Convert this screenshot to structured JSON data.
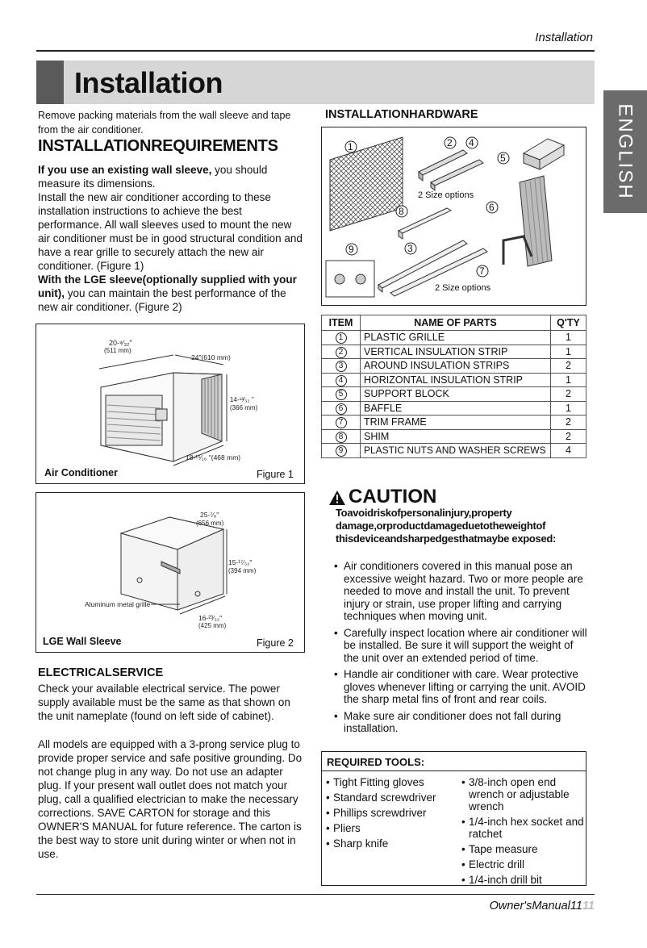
{
  "header": {
    "section": "Installation",
    "title": "Installation",
    "language_tab": "ENGLISH"
  },
  "intro": "Remove packing materials from the wall sleeve and tape from the air conditioner.",
  "requirements": {
    "heading": "INSTALLATIONREQUIREMENTS",
    "p1_bold": "If you use an existing wall sleeve,",
    "p1_rest": " you should measure its dimensions.",
    "p2": "Install the new air conditioner according to these installation instructions to achieve the best performance. All wall sleeves used to mount the new air conditioner must be in good structural condition and have a rear grille to securely attach  the new air conditioner. (Figure 1)",
    "p3_bold": "With the LGE sleeve(optionally supplied with your unit),",
    "p3_rest": " you can maintain the best performance of the new air conditioner. (Figure 2)"
  },
  "figure1": {
    "label": "Air Conditioner",
    "caption": "Figure 1",
    "dim_width": "20-⁹⁄₃₂\"",
    "dim_width_mm": "(511 mm)",
    "dim_depth": "24\"(610 mm)",
    "dim_height": "14-¹³⁄₃₂ \"",
    "dim_height_mm": "(366 mm)",
    "dim_base": "18-¹⁵⁄₁₆ \"(468 mm)"
  },
  "figure2": {
    "label": "LGE Wall Sleeve",
    "caption": "Figure 2",
    "dim_width": "25-⁷⁄₈\"",
    "dim_width_mm": "(656 mm)",
    "dim_height": "15-¹⁷⁄₃₂\"",
    "dim_height_mm": "(394 mm)",
    "dim_depth": "16-²³⁄₃₂\"",
    "dim_depth_mm": "(425 mm)",
    "grille_label": "Aluminum metal grille"
  },
  "electrical": {
    "heading": "ELECTRICALSERVICE",
    "p1": "Check your available electrical service. The power supply available must be the same as that shown on the unit nameplate (found on left side of cabinet).",
    "p2": "All models are equipped with a 3-prong service plug to provide proper service and safe positive grounding. Do not change plug in any way. Do not use an adapter plug. If your present wall outlet does not match your plug, call a qualified electrician to make the necessary corrections. SAVE CARTON for storage and this OWNER'S MANUAL for future reference. The carton is the best way to store unit during winter or when not in use."
  },
  "hardware": {
    "heading": "INSTALLATIONHARDWARE",
    "size_options_1": "2 Size options",
    "size_options_2": "2 Size options",
    "callouts": [
      "1",
      "2",
      "4",
      "5",
      "6",
      "8",
      "9",
      "3",
      "7"
    ]
  },
  "parts_table": {
    "headers": [
      "ITEM",
      "NAME OF PARTS",
      "Q'TY"
    ],
    "rows": [
      {
        "item": "1",
        "name": "PLASTIC GRILLE",
        "qty": "1"
      },
      {
        "item": "2",
        "name": "VERTICAL INSULATION STRIP",
        "qty": "1"
      },
      {
        "item": "3",
        "name": "AROUND INSULATION STRIPS",
        "qty": "2"
      },
      {
        "item": "4",
        "name": "HORIZONTAL INSULATION STRIP",
        "qty": "1"
      },
      {
        "item": "5",
        "name": "SUPPORT BLOCK",
        "qty": "2"
      },
      {
        "item": "6",
        "name": "BAFFLE",
        "qty": "1"
      },
      {
        "item": "7",
        "name": "TRIM FRAME",
        "qty": "2"
      },
      {
        "item": "8",
        "name": "SHIM",
        "qty": "2"
      },
      {
        "item": "9",
        "name": "PLASTIC NUTS AND WASHER SCREWS",
        "qty": "4"
      }
    ]
  },
  "caution": {
    "title": "CAUTION",
    "subtitle": "Toavoidriskofpersonalinjury,property damage,orproductdamageduetotheweightof thisdeviceandsharpedgesthatmaybe exposed:",
    "items": [
      "Air conditioners covered in this manual pose an excessive weight hazard. Two or more people are needed to move and install the unit. To prevent injury or strain, use proper lifting and carrying techniques when moving unit.",
      "Carefully inspect location where air conditioner will be installed. Be sure it will support the weight of the unit over an extended period of time.",
      "Handle air conditioner with care. Wear protective gloves whenever lifting or carrying the unit. AVOID the sharp metal fins of front and rear coils.",
      "Make sure air conditioner does not fall during installation."
    ]
  },
  "tools": {
    "heading": "REQUIRED TOOLS:",
    "left": [
      "Tight Fitting gloves",
      "Standard screwdriver",
      "Phillips screwdriver",
      "Pliers",
      "Sharp knife"
    ],
    "right": [
      "3/8-inch open end wrench or adjustable wrench",
      "1/4-inch hex socket and ratchet",
      "Tape measure",
      "Electric drill",
      "1/4-inch drill bit"
    ]
  },
  "footer": {
    "text": "Owner'sManual11",
    "page": "11"
  },
  "colors": {
    "banner": "#d6d6d6",
    "banner_block": "#5a5a5a",
    "tab": "#6b6b6b"
  }
}
